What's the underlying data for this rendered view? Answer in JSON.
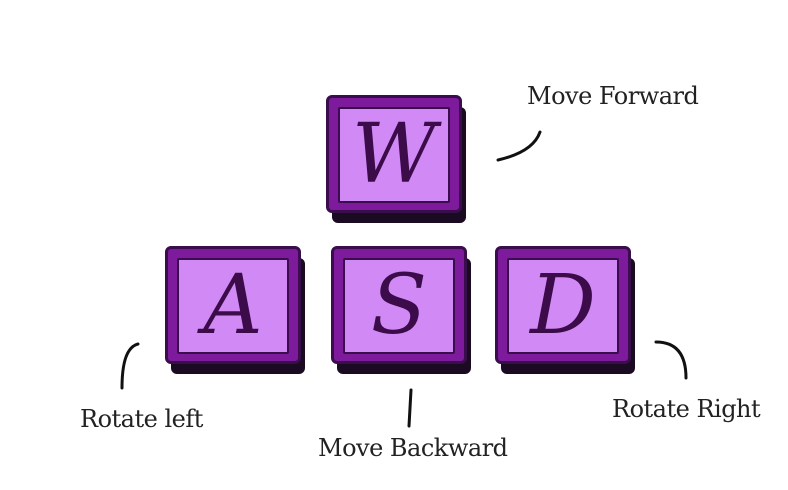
{
  "colors": {
    "key_outer": "#7e1a9c",
    "key_face": "#d189f5",
    "key_border": "#3a0d4d",
    "letter": "#3b0b4a",
    "shadow": "#1a0a22",
    "label_text": "#222222"
  },
  "keys": [
    {
      "id": "w",
      "letter": "W",
      "action": "Move Forward"
    },
    {
      "id": "a",
      "letter": "A",
      "action": "Rotate left"
    },
    {
      "id": "s",
      "letter": "S",
      "action": "Move Backward"
    },
    {
      "id": "d",
      "letter": "D",
      "action": "Rotate Right"
    }
  ]
}
